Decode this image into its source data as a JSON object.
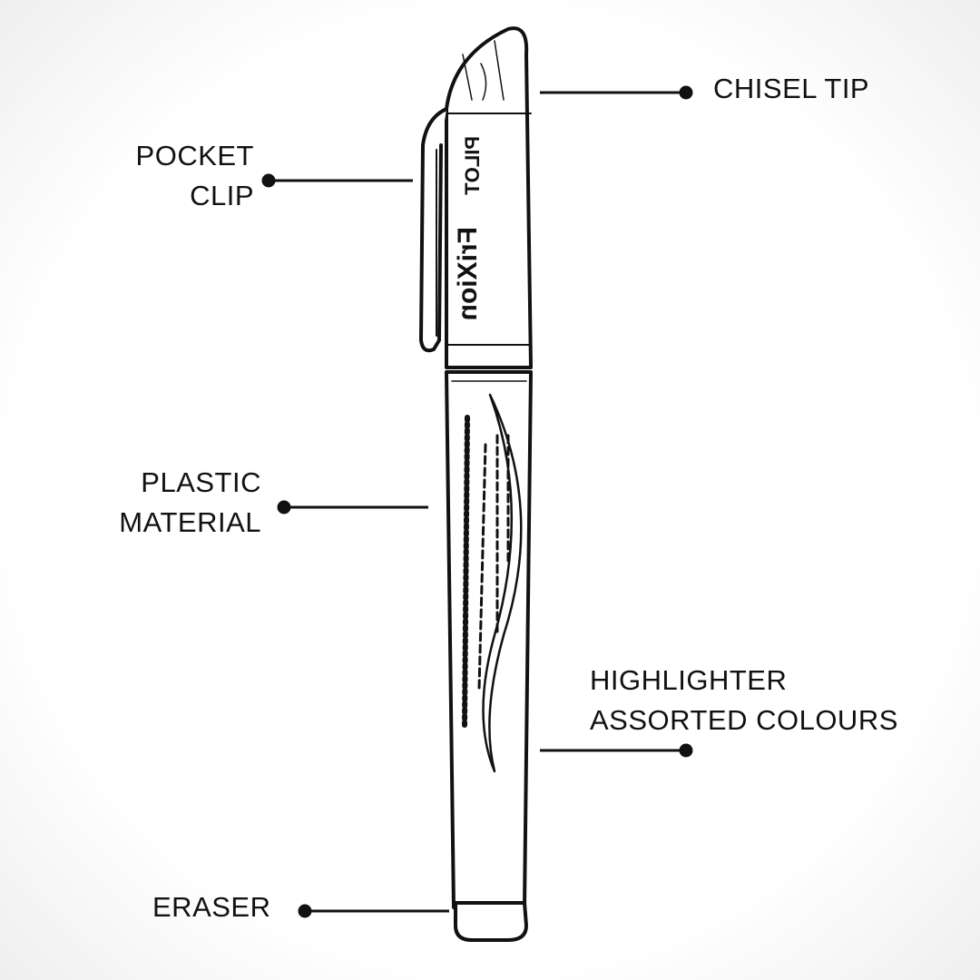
{
  "labels": {
    "chisel_tip": "CHISEL TIP",
    "pocket_clip": [
      "POCKET",
      "CLIP"
    ],
    "plastic_material": [
      "PLASTIC",
      "MATERIAL"
    ],
    "highlighter": [
      "HIGHLIGHTER",
      "ASSORTED COLOURS"
    ],
    "eraser": "ERASER"
  },
  "pen": {
    "brand": "PILOT",
    "product": "FriXion",
    "line_color": "#111111"
  }
}
